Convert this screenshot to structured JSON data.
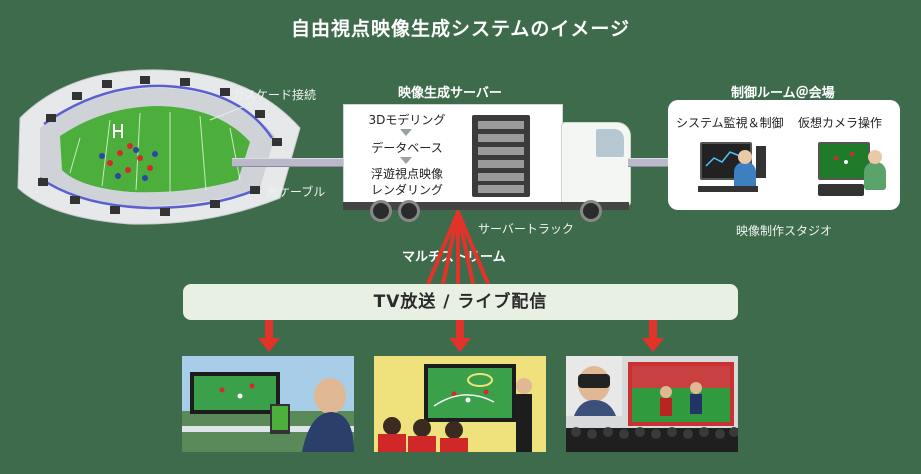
{
  "title": "自由視点映像生成システムのイメージ",
  "labels": {
    "cascade": "カスケード接続",
    "optical_cable": "光ケーブル",
    "server_header": "映像生成サーバー",
    "server_truck": "サーバートラック",
    "control_header": "制御ルーム＠会場",
    "studio": "映像制作スタジオ",
    "multistream": "マルチストリーム",
    "system_monitor": "システム監視＆制御",
    "virtual_camera": "仮想カメラ操作"
  },
  "truck_steps": [
    "3Dモデリング",
    "データベース",
    "浮遊視点映像",
    "レンダリング"
  ],
  "broadcast_bar": "TV放送 / ライブ配信",
  "colors": {
    "background": "#3f6b4d",
    "arrow": "#e2332a",
    "field": "#4caf3b",
    "bar": "#e8efe3"
  },
  "icons": [
    "stadium-illustration",
    "camera-icon",
    "server-rack-icon",
    "truck-illustration",
    "monitor-icon",
    "person-icon",
    "arrow-down-icon"
  ]
}
